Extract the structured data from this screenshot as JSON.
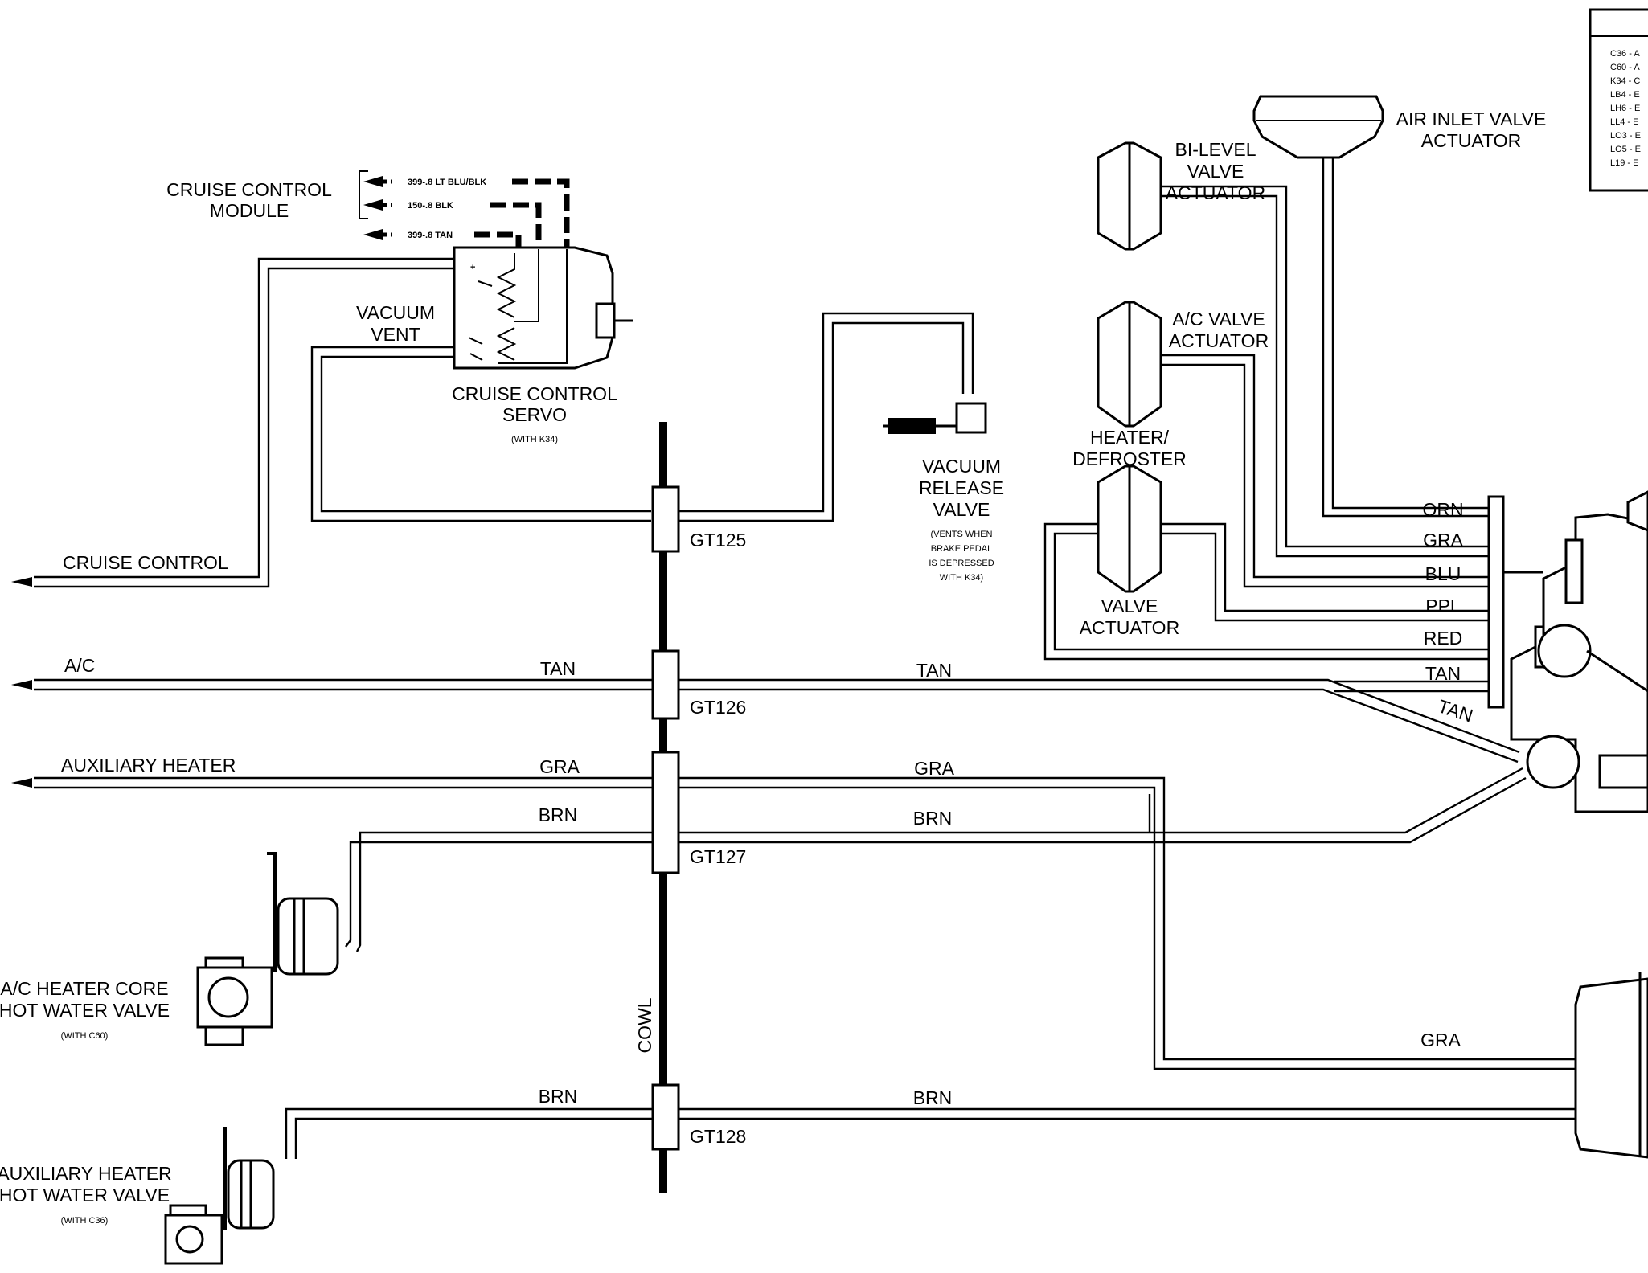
{
  "cruise_control_module": [
    "CRUISE CONTROL",
    "MODULE"
  ],
  "module_wires": [
    "399-.8 LT BLU/BLK",
    "150-.8 BLK",
    "399-.8 TAN"
  ],
  "vacuum_vent": [
    "VACUUM",
    "VENT"
  ],
  "cruise_control_servo": [
    "CRUISE CONTROL",
    "SERVO"
  ],
  "servo_note": "(WITH K34)",
  "vacuum_release_valve": [
    "VACUUM",
    "RELEASE",
    "VALVE"
  ],
  "vacuum_release_note": [
    "(VENTS WHEN",
    "BRAKE PEDAL",
    "IS DEPRESSED",
    "WITH K34)"
  ],
  "bi_level": [
    "BI-LEVEL",
    "VALVE",
    "ACTUATOR"
  ],
  "air_inlet": [
    "AIR INLET VALVE",
    "ACTUATOR"
  ],
  "ac_valve": [
    "A/C VALVE",
    "ACTUATOR"
  ],
  "heater_defroster": [
    "HEATER/",
    "DEFROSTER"
  ],
  "valve_actuator": [
    "VALVE",
    "ACTUATOR"
  ],
  "left_lines": [
    "CRUISE CONTROL",
    "A/C",
    "AUXILIARY HEATER"
  ],
  "hose_colors": {
    "orn": "ORN",
    "gra": "GRA",
    "blu": "BLU",
    "ppl": "PPL",
    "red": "RED",
    "tan": "TAN",
    "brn": "BRN"
  },
  "connectors": [
    "GT125",
    "GT126",
    "GT127",
    "GT128"
  ],
  "cowl": "COWL",
  "ac_heater_core": [
    "A/C HEATER CORE",
    "HOT WATER VALVE"
  ],
  "ac_heater_note": "(WITH C60)",
  "aux_heater_valve": [
    "AUXILIARY HEATER",
    "HOT WATER VALVE"
  ],
  "aux_heater_note": "(WITH C36)",
  "legend_items": [
    "C36 - A",
    "C60 - A",
    "K34 - C",
    "LB4 - E",
    "LH6 - E",
    "LL4 - E",
    "LO3 - E",
    "LO5 - E",
    "L19 - E"
  ]
}
